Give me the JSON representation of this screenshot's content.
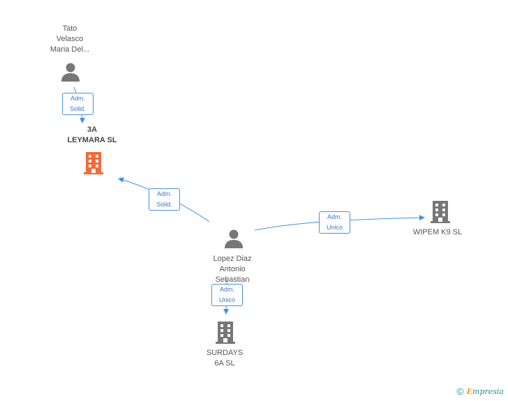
{
  "colors": {
    "edge": "#4a90d9",
    "person_icon": "#777777",
    "building_icon": "#777777",
    "building_highlight": "#f26b3a",
    "label_text": "#555555"
  },
  "nodes": {
    "tato": {
      "label_lines": [
        "Tato",
        "Velasco",
        "Maria Del..."
      ],
      "icon": "person-icon"
    },
    "leymara": {
      "label_lines": [
        "3A",
        "LEYMARA SL"
      ],
      "icon": "building-icon"
    },
    "lopez": {
      "label_lines": [
        "Lopez Diaz",
        "Antonio",
        "Sebastian"
      ],
      "icon": "person-icon"
    },
    "wipem": {
      "label_lines": [
        "WIPEM K9 SL"
      ],
      "icon": "building-icon"
    },
    "surdays": {
      "label_lines": [
        "SURDAYS",
        "6A SL"
      ],
      "icon": "building-icon"
    }
  },
  "edges": {
    "tato_leymara": {
      "lines": [
        "Adm.",
        "Solid."
      ]
    },
    "lopez_leymara": {
      "lines": [
        "Adm.",
        "Solid."
      ]
    },
    "lopez_wipem": {
      "lines": [
        "Adm.",
        "Unico"
      ]
    },
    "lopez_surdays": {
      "lines": [
        "Adm.",
        "Unico"
      ]
    }
  },
  "footer": {
    "copyright": "©",
    "brand_first": "E",
    "brand_rest": "mpresia"
  }
}
